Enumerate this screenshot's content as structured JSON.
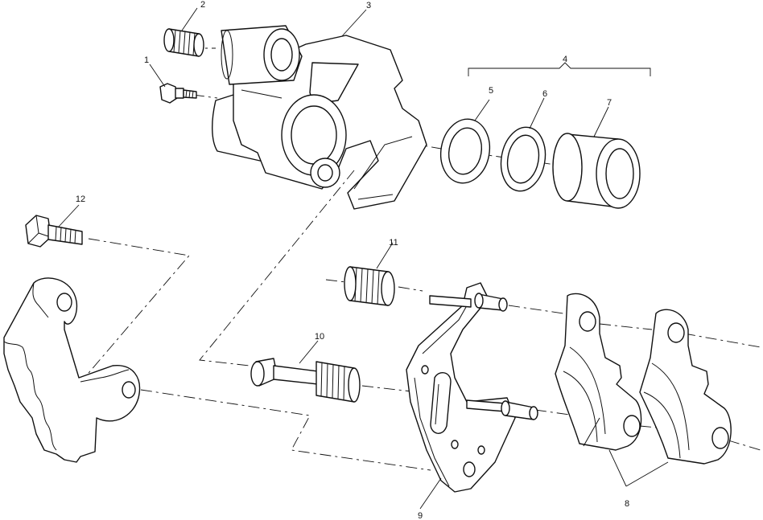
{
  "callouts": {
    "c1": "1",
    "c2": "2",
    "c3": "3",
    "c4": "4",
    "c5": "5",
    "c6": "6",
    "c7": "7",
    "c8": "8",
    "c9": "9",
    "c10": "10",
    "c11": "11",
    "c12": "12"
  },
  "parts": [
    {
      "callout": "1",
      "icon": "bleeder-valve-icon"
    },
    {
      "callout": "2",
      "icon": "bushing-icon"
    },
    {
      "callout": "3",
      "icon": "caliper-body-icon"
    },
    {
      "callout": "4",
      "icon": "seal-kit-bracket-icon"
    },
    {
      "callout": "5",
      "icon": "seal-ring-icon"
    },
    {
      "callout": "6",
      "icon": "seal-ring-icon"
    },
    {
      "callout": "7",
      "icon": "piston-icon"
    },
    {
      "callout": "8",
      "icon": "brake-pad-icon"
    },
    {
      "callout": "9",
      "icon": "mounting-bracket-icon"
    },
    {
      "callout": "10",
      "icon": "pin-icon"
    },
    {
      "callout": "11",
      "icon": "bushing-icon"
    },
    {
      "callout": "12",
      "icon": "bolt-icon"
    }
  ],
  "colors": {
    "line": "#111111",
    "background": "#ffffff"
  }
}
